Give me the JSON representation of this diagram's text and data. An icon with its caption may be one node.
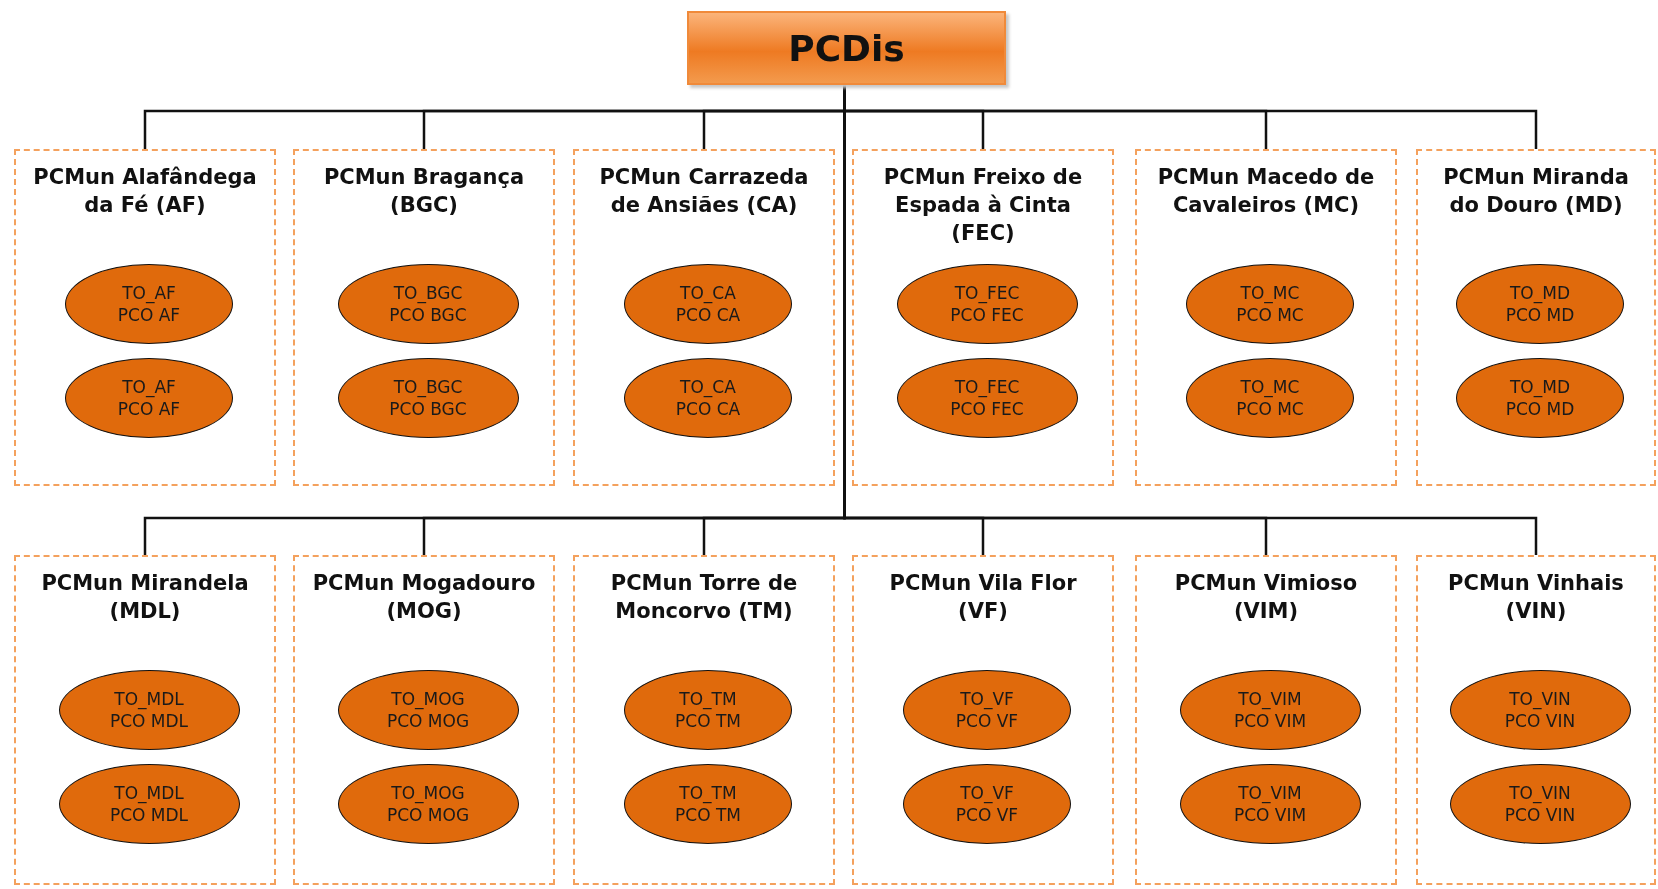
{
  "diagram": {
    "nodes": [
      {
        "text": [
          "PCDis"
        ]
      },
      {
        "text": [
          "PCMun Alafândega da Fé (AF)"
        ]
      },
      {
        "text": [
          "TO_AF",
          "PCO AF"
        ],
        "in": 1
      },
      {
        "text": [
          "TO_AF",
          "PCO AF"
        ],
        "in": 1
      },
      {
        "text": [
          "PCMun Bragança (BGC)"
        ]
      },
      {
        "text": [
          "TO_BGC",
          "PCO BGC"
        ],
        "in": 4
      },
      {
        "text": [
          "TO_BGC",
          "PCO BGC"
        ],
        "in": 4
      },
      {
        "text": [
          "PCMun Carrazeda de Ansiães (CA)"
        ]
      },
      {
        "text": [
          "TO_CA",
          "PCO CA"
        ],
        "in": 7
      },
      {
        "text": [
          "TO_CA",
          "PCO CA"
        ],
        "in": 7
      },
      {
        "text": [
          "PCMun Freixo de Espada à Cinta (FEC)"
        ]
      },
      {
        "text": [
          "TO_FEC",
          "PCO FEC"
        ],
        "in": 10
      },
      {
        "text": [
          "TO_FEC",
          "PCO FEC"
        ],
        "in": 10
      },
      {
        "text": [
          "PCMun Macedo de Cavaleiros (MC)"
        ]
      },
      {
        "text": [
          "TO_MC",
          "PCO MC"
        ],
        "in": 13
      },
      {
        "text": [
          "TO_MC",
          "PCO MC"
        ],
        "in": 13
      },
      {
        "text": [
          "PCMun Miranda do Douro (MD)"
        ]
      },
      {
        "text": [
          "TO_MD",
          "PCO MD"
        ],
        "in": 16
      },
      {
        "text": [
          "TO_MD",
          "PCO MD"
        ],
        "in": 16
      },
      {
        "text": [
          "PCMun Mirandela (MDL)"
        ]
      },
      {
        "text": [
          "TO_MDL",
          "PCO MDL"
        ],
        "in": 19
      },
      {
        "text": [
          "TO_MDL",
          "PCO MDL"
        ],
        "in": 19
      },
      {
        "text": [
          "PCMun Mogadouro (MOG)"
        ]
      },
      {
        "text": [
          "TO_MOG",
          "PCO MOG"
        ],
        "in": 22
      },
      {
        "text": [
          "TO_MOG",
          "PCO MOG"
        ],
        "in": 22
      },
      {
        "text": [
          "PCMun Torre de Moncorvo (TM)"
        ]
      },
      {
        "text": [
          "TO_TM",
          "PCO TM"
        ],
        "in": 25
      },
      {
        "text": [
          "TO_TM",
          "PCO TM"
        ],
        "in": 25
      },
      {
        "text": [
          "PCMun Vila Flor (VF)"
        ]
      },
      {
        "text": [
          "TO_VF",
          "PCO VF"
        ],
        "in": 28
      },
      {
        "text": [
          "TO_VF",
          "PCO VF"
        ],
        "in": 28
      },
      {
        "text": [
          "PCMun Vimioso (VIM)"
        ]
      },
      {
        "text": [
          "TO_VIM",
          "PCO VIM"
        ],
        "in": 31
      },
      {
        "text": [
          "TO_VIM",
          "PCO VIM"
        ],
        "in": 31
      },
      {
        "text": [
          "PCMun Vinhais (VIN)"
        ]
      },
      {
        "text": [
          "TO_VIN",
          "PCO VIN"
        ],
        "in": 34
      },
      {
        "text": [
          "TO_VIN",
          "PCO VIN"
        ],
        "in": 34
      }
    ],
    "edges": [
      {
        "from": 0,
        "to": 1,
        "arrow": "none"
      },
      {
        "from": 0,
        "to": 4,
        "arrow": "none"
      },
      {
        "from": 0,
        "to": 7,
        "arrow": "none"
      },
      {
        "from": 0,
        "to": 10,
        "arrow": "none"
      },
      {
        "from": 0,
        "to": 13,
        "arrow": "none"
      },
      {
        "from": 0,
        "to": 16,
        "arrow": "none"
      },
      {
        "from": 0,
        "to": 19,
        "arrow": "none"
      },
      {
        "from": 0,
        "to": 22,
        "arrow": "none"
      },
      {
        "from": 0,
        "to": 25,
        "arrow": "none"
      },
      {
        "from": 0,
        "to": 28,
        "arrow": "none"
      },
      {
        "from": 0,
        "to": 31,
        "arrow": "none"
      },
      {
        "from": 0,
        "to": 34,
        "arrow": "none"
      }
    ]
  }
}
